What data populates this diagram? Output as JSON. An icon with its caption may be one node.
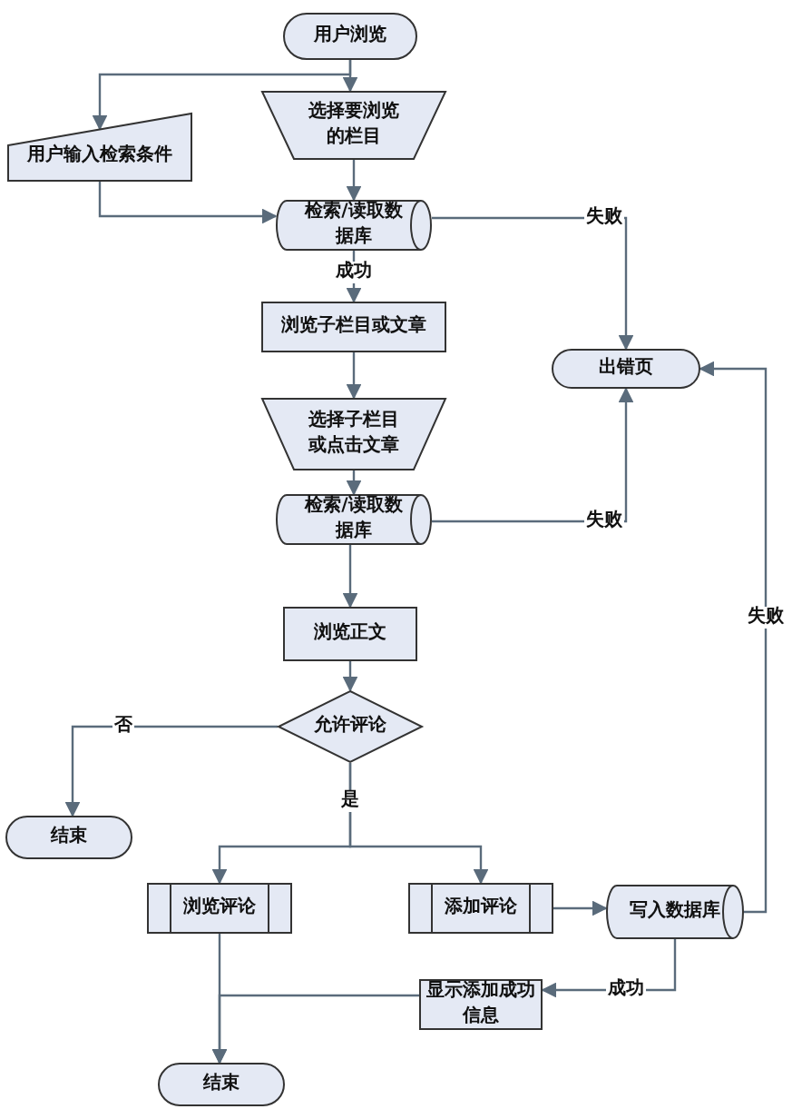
{
  "diagram": {
    "nodes": [
      {
        "text": [
          "用户浏览"
        ]
      },
      {
        "text": [
          "选择要浏览的栏目"
        ]
      },
      {
        "text": [
          "用户输入检索条件"
        ]
      },
      {
        "text": [
          "检索/读取数据库"
        ]
      },
      {
        "text": [
          "浏览子栏目或文章"
        ]
      },
      {
        "text": [
          "出错页"
        ]
      },
      {
        "text": [
          "选择子栏目或点击文章"
        ]
      },
      {
        "text": [
          "检索/读取数据库"
        ]
      },
      {
        "text": [
          "浏览正文"
        ]
      },
      {
        "text": [
          "允许评论"
        ]
      },
      {
        "text": [
          "结束"
        ]
      },
      {
        "text": [
          "浏览评论"
        ]
      },
      {
        "text": [
          "添加评论"
        ]
      },
      {
        "text": [
          "写入数据库"
        ]
      },
      {
        "text": [
          "显示添加成功信息"
        ]
      },
      {
        "text": [
          "结束"
        ]
      }
    ],
    "edges": [
      {
        "from": 0,
        "to": 1,
        "arrow": "to"
      },
      {
        "from": 0,
        "to": 2,
        "arrow": "to"
      },
      {
        "from": 2,
        "to": 3,
        "arrow": "to"
      },
      {
        "from": 1,
        "to": 3,
        "arrow": "to"
      },
      {
        "from": 3,
        "to": 4,
        "arrow": "to",
        "label": "成功"
      },
      {
        "from": 3,
        "to": 5,
        "arrow": "to",
        "label": "失败"
      },
      {
        "from": 4,
        "to": 6,
        "arrow": "to"
      },
      {
        "from": 6,
        "to": 7,
        "arrow": "to"
      },
      {
        "from": 7,
        "to": 5,
        "arrow": "to",
        "label": "失败"
      },
      {
        "from": 7,
        "to": 8,
        "arrow": "to"
      },
      {
        "from": 8,
        "to": 9,
        "arrow": "to"
      },
      {
        "from": 9,
        "to": 10,
        "arrow": "to",
        "label": "否"
      },
      {
        "from": 9,
        "to": 11,
        "arrow": "to",
        "label": "是"
      },
      {
        "from": 9,
        "to": 12,
        "arrow": "to"
      },
      {
        "from": 12,
        "to": 13,
        "arrow": "to"
      },
      {
        "from": 13,
        "to": 5,
        "arrow": "to",
        "label": "失败"
      },
      {
        "from": 13,
        "to": 14,
        "arrow": "to",
        "label": "成功"
      },
      {
        "from": 14,
        "to": 15,
        "arrow": "to"
      },
      {
        "from": 11,
        "to": 15,
        "arrow": "to"
      }
    ]
  }
}
